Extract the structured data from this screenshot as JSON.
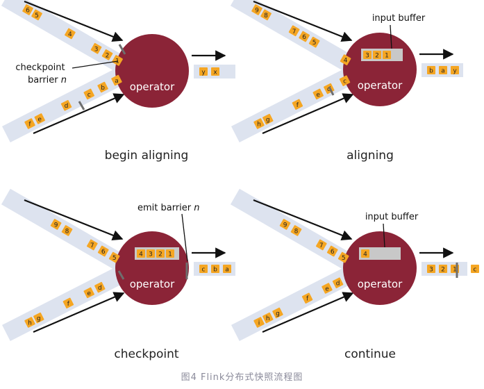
{
  "panels": [
    {
      "title": "begin aligning",
      "upper_stream": [
        "6",
        "5",
        "4",
        "3",
        "2",
        "1"
      ],
      "lower_stream": [
        "f",
        "e",
        "d",
        "c",
        "b",
        "a"
      ],
      "output_stream": [
        "y",
        "x"
      ],
      "buffer": [],
      "label": "checkpoint",
      "label_line2": "barrier ",
      "label_italic": "n",
      "operator_label": "operator"
    },
    {
      "title": "aligning",
      "upper_stream": [
        "9",
        "8",
        "7",
        "6",
        "5",
        "4"
      ],
      "lower_stream": [
        "h",
        "g",
        "f",
        "e",
        "d",
        "c"
      ],
      "output_stream": [
        "b",
        "a",
        "y"
      ],
      "buffer": [
        "3",
        "2",
        "1"
      ],
      "label": "input buffer",
      "operator_label": "operator"
    },
    {
      "title": "checkpoint",
      "upper_stream": [
        "9",
        "8",
        "7",
        "6",
        "5"
      ],
      "lower_stream": [
        "h",
        "g",
        "f",
        "e",
        "d"
      ],
      "output_stream": [
        "c",
        "b",
        "a"
      ],
      "buffer": [
        "4",
        "3",
        "2",
        "1"
      ],
      "label": "emit barrier ",
      "label_italic": "n",
      "operator_label": "operator"
    },
    {
      "title": "continue",
      "upper_stream": [
        "9",
        "8",
        "7",
        "6",
        "5"
      ],
      "lower_stream": [
        "i",
        "h",
        "g",
        "f",
        "e",
        "d"
      ],
      "output_stream": [
        "3",
        "2",
        "1",
        "c"
      ],
      "buffer": [
        "4"
      ],
      "label": "input buffer",
      "operator_label": "operator"
    }
  ],
  "caption": "图4 Flink分布式快照流程图",
  "colors": {
    "operator": "#8b2437",
    "stream_band": "#dde3ef",
    "record": "#f5a623",
    "barrier": "#6e6e6e",
    "buffer": "#c8c8c8"
  }
}
